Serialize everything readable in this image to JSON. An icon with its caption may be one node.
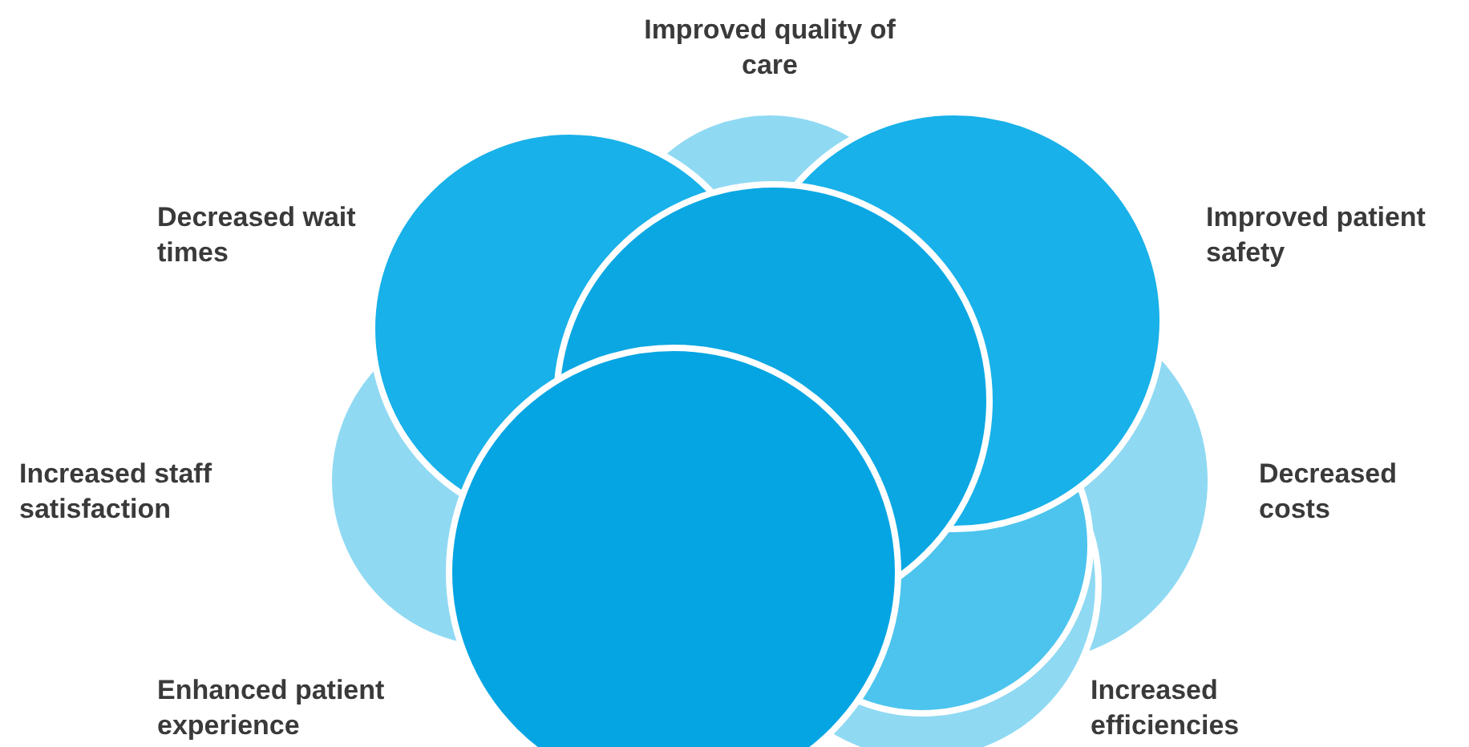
{
  "diagram": {
    "labels": [
      "Improved quality of care",
      "Decreased wait times",
      "Improved patient safety",
      "Increased staff satisfaction",
      "Decreased costs",
      "Enhanced patient experience",
      "Increased efficiencies"
    ]
  }
}
